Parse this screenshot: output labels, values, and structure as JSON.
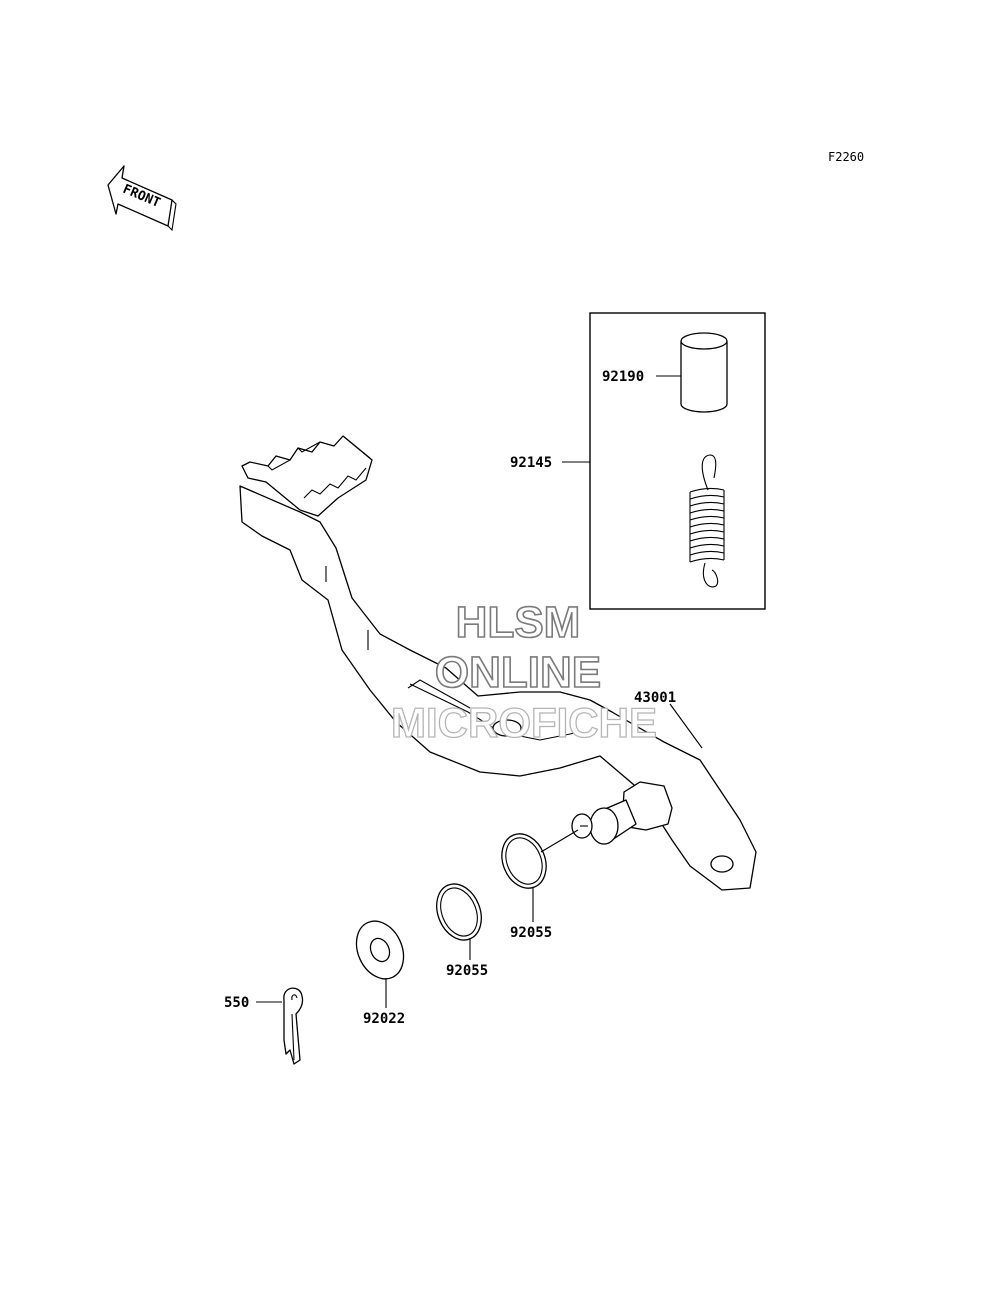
{
  "figure_ref": "F2260",
  "front_indicator": {
    "text": "FRONT",
    "icon": "front-arrow-icon"
  },
  "watermark": {
    "line1": "HLSM",
    "line2": "ONLINE",
    "line3": "MICROFICHE"
  },
  "parts": [
    {
      "number": "92190",
      "description": "collar"
    },
    {
      "number": "92145",
      "description": "spring kit box"
    },
    {
      "number": "43001",
      "description": "brake pedal"
    },
    {
      "number": "92055",
      "description": "o-ring (inner)"
    },
    {
      "number": "92055",
      "description": "o-ring (outer)"
    },
    {
      "number": "92022",
      "description": "washer"
    },
    {
      "number": "550",
      "description": "cotter pin"
    }
  ],
  "colors": {
    "line": "#000000",
    "background": "#ffffff",
    "watermark_outline": "#7a7a7a"
  }
}
